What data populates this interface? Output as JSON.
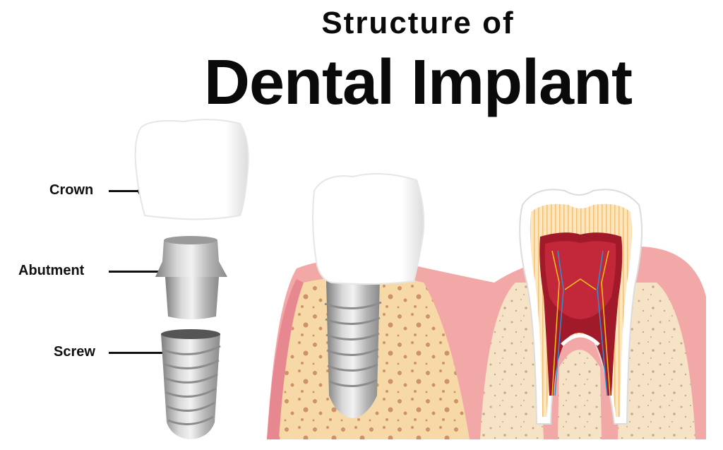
{
  "title": {
    "line1": "Structure of",
    "line2": "Dental Implant"
  },
  "labels": [
    {
      "id": "crown",
      "text": "Crown"
    },
    {
      "id": "abutment",
      "text": "Abutment"
    },
    {
      "id": "screw",
      "text": "Screw"
    }
  ],
  "illustrations": {
    "exploded_parts": [
      "crown-icon",
      "abutment-icon",
      "screw-icon"
    ],
    "assembled_implant": "implant-in-bone-icon",
    "natural_tooth": "natural-tooth-cross-section-icon"
  },
  "colors": {
    "gum": "#f3a8a8",
    "gum_dark": "#e7878f",
    "bone": "#f7d9a8",
    "bone_spots": "#c98b5e",
    "bone_natural": "#f6e3c6",
    "pulp": "#a01a2a",
    "enamel": "#ffffff",
    "dentin": "#f7dba0",
    "metal": "#a9a9a9"
  }
}
